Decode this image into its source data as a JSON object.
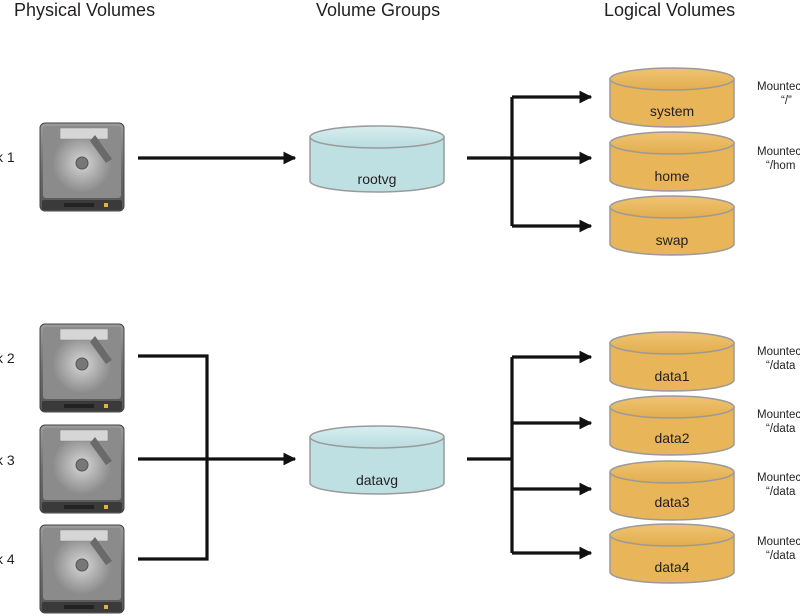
{
  "headers": {
    "physical": "Physical Volumes",
    "groups": "Volume Groups",
    "logical": "Logical Volumes"
  },
  "disks": [
    {
      "label": "k 1"
    },
    {
      "label": "k 2"
    },
    {
      "label": "k 3"
    },
    {
      "label": "k 4"
    }
  ],
  "volume_groups": [
    {
      "name": "rootvg"
    },
    {
      "name": "datavg"
    }
  ],
  "logical_volumes": [
    {
      "name": "system",
      "mount_label": "Mountec",
      "mount_path": "“/”"
    },
    {
      "name": "home",
      "mount_label": "Mountec",
      "mount_path": "“/hom"
    },
    {
      "name": "swap",
      "mount_label": "",
      "mount_path": ""
    },
    {
      "name": "data1",
      "mount_label": "Mountec",
      "mount_path": "“/data"
    },
    {
      "name": "data2",
      "mount_label": "Mountec",
      "mount_path": "“/data"
    },
    {
      "name": "data3",
      "mount_label": "Mountec",
      "mount_path": "“/data"
    },
    {
      "name": "data4",
      "mount_label": "Mountec",
      "mount_path": "“/data"
    }
  ],
  "colors": {
    "vg_fill": "#bfe0e3",
    "lv_fill": "#e8b558",
    "cyl_stroke": "#9a9a9a",
    "arrow": "#111111"
  },
  "icons": {
    "disk": "hard-drive-icon"
  }
}
